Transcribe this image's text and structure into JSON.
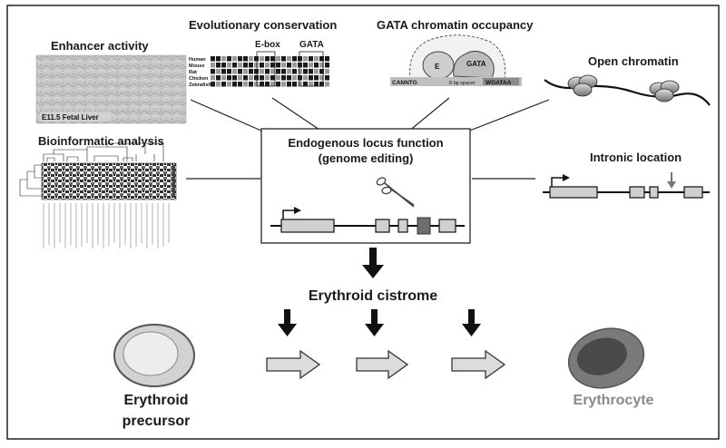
{
  "panels": {
    "enhancer_activity": {
      "title": "Enhancer activity",
      "caption": "E11.5 Fetal Liver"
    },
    "evolutionary_conservation": {
      "title": "Evolutionary conservation",
      "ebox_label": "E-box",
      "gata_label": "GATA",
      "species": [
        "Human",
        "Mouse",
        "Rat",
        "Chicken",
        "Zebrafish"
      ]
    },
    "gata_occupancy": {
      "title": "GATA chromatin occupancy",
      "e_label": "E",
      "gata_label": "GATA",
      "canntg": "CANNTG",
      "spacer": "8 bp spacer",
      "wgataa": "WGATAA"
    },
    "open_chromatin": {
      "title": "Open chromatin"
    },
    "bioinformatic": {
      "title": "Bioinformatic analysis"
    },
    "intronic": {
      "title": "Intronic location"
    },
    "central": {
      "title_line1": "Endogenous locus function",
      "title_line2": "(genome editing)"
    }
  },
  "flow": {
    "cistrome_label": "Erythroid cistrome",
    "precursor_line1": "Erythroid",
    "precursor_line2": "precursor",
    "erythrocyte_label": "Erythrocyte"
  },
  "colors": {
    "line": "#1a1a1a",
    "exon_fill": "#d0d0d0",
    "edited_exon": "#6e6e6e",
    "arrow_fill": "#dcdcdc",
    "erythrocyte_outer": "#777777",
    "erythrocyte_inner": "#444444",
    "erythrocyte_text": "#888888",
    "precursor_outer": "#cfcfcf",
    "precursor_inner": "#e8e8e8"
  }
}
